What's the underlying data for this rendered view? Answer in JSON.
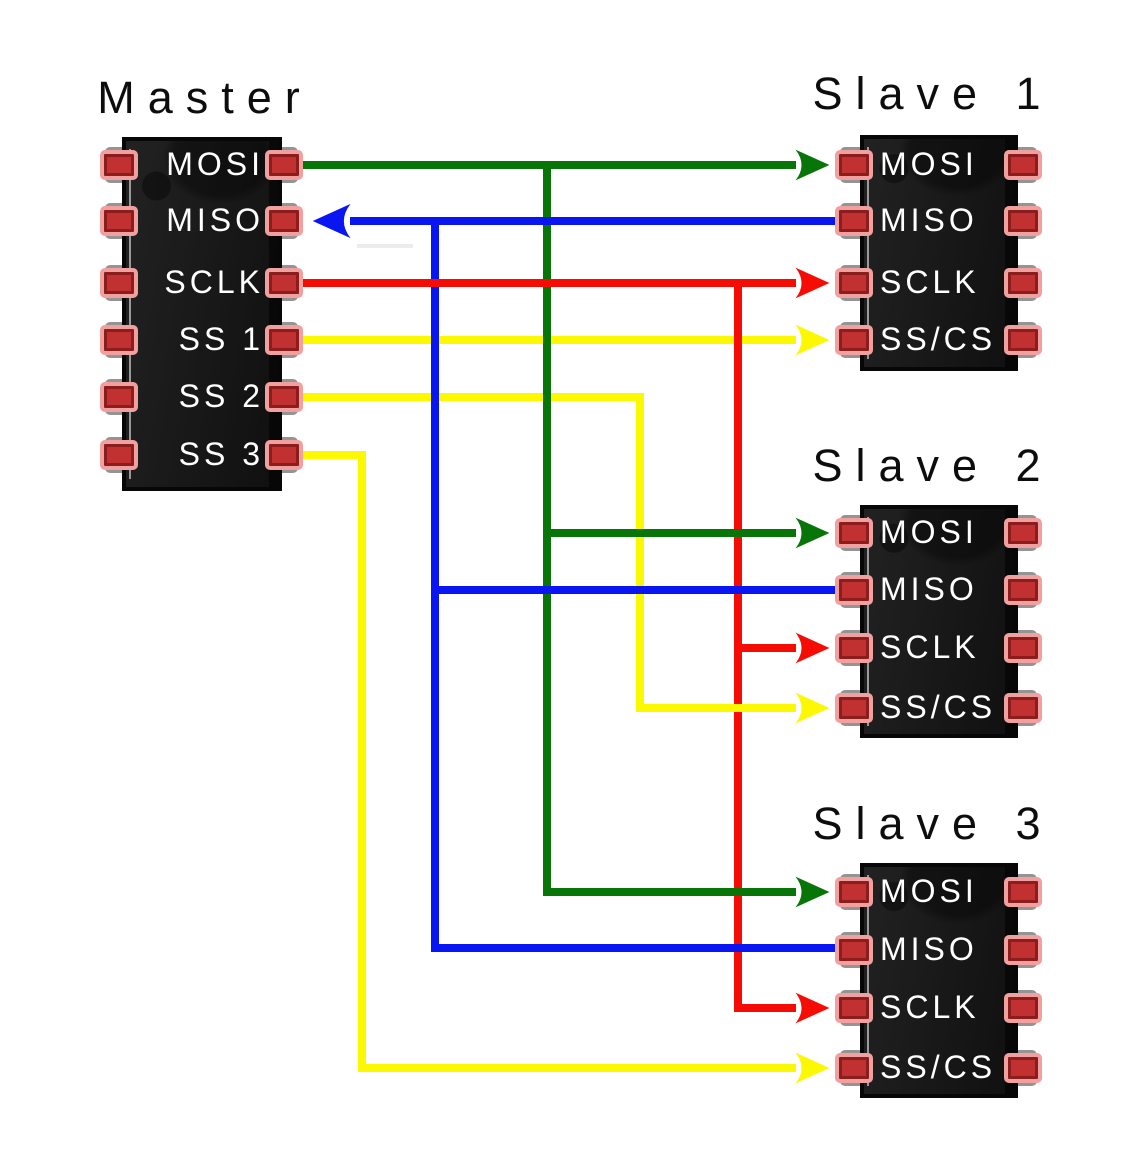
{
  "diagram": {
    "type": "SPI master-slave wiring diagram",
    "description": "One SPI master connected to three slaves with shared MOSI, MISO, SCLK buses and individual slave-select lines"
  },
  "colors": {
    "mosi_wire": "#077507",
    "miso_wire": "#0a16f2",
    "sclk_wire": "#f50d05",
    "ss_wire": "#fcf800",
    "chip_body": "#181818",
    "pin_pad": "#c23131",
    "pin_halo": "#f2a4a4",
    "pin_label_text": "#ffffff",
    "title_text": "#0d0d0d"
  },
  "chips": {
    "master": {
      "title": "Master",
      "pins": [
        "MOSI",
        "MISO",
        "SCLK",
        "SS 1",
        "SS 2",
        "SS 3"
      ]
    },
    "slave1": {
      "title": "Slave 1",
      "pins": [
        "MOSI",
        "MISO",
        "SCLK",
        "SS/CS"
      ]
    },
    "slave2": {
      "title": "Slave 2",
      "pins": [
        "MOSI",
        "MISO",
        "SCLK",
        "SS/CS"
      ]
    },
    "slave3": {
      "title": "Slave 3",
      "pins": [
        "MOSI",
        "MISO",
        "SCLK",
        "SS/CS"
      ]
    }
  },
  "connections": [
    {
      "signal": "MOSI",
      "color_key": "mosi_wire",
      "from": "Master MOSI",
      "to": [
        "Slave 1 MOSI",
        "Slave 2 MOSI",
        "Slave 3 MOSI"
      ],
      "arrow_direction": "master-to-slaves"
    },
    {
      "signal": "MISO",
      "color_key": "miso_wire",
      "from": "Slave 1 / Slave 2 / Slave 3 MISO",
      "to": [
        "Master MISO"
      ],
      "arrow_direction": "slaves-to-master"
    },
    {
      "signal": "SCLK",
      "color_key": "sclk_wire",
      "from": "Master SCLK",
      "to": [
        "Slave 1 SCLK",
        "Slave 2 SCLK",
        "Slave 3 SCLK"
      ],
      "arrow_direction": "master-to-slaves"
    },
    {
      "signal": "SS 1",
      "color_key": "ss_wire",
      "from": "Master SS 1",
      "to": [
        "Slave 1 SS/CS"
      ],
      "arrow_direction": "master-to-slave"
    },
    {
      "signal": "SS 2",
      "color_key": "ss_wire",
      "from": "Master SS 2",
      "to": [
        "Slave 2 SS/CS"
      ],
      "arrow_direction": "master-to-slave"
    },
    {
      "signal": "SS 3",
      "color_key": "ss_wire",
      "from": "Master SS 3",
      "to": [
        "Slave 3 SS/CS"
      ],
      "arrow_direction": "master-to-slave"
    }
  ]
}
